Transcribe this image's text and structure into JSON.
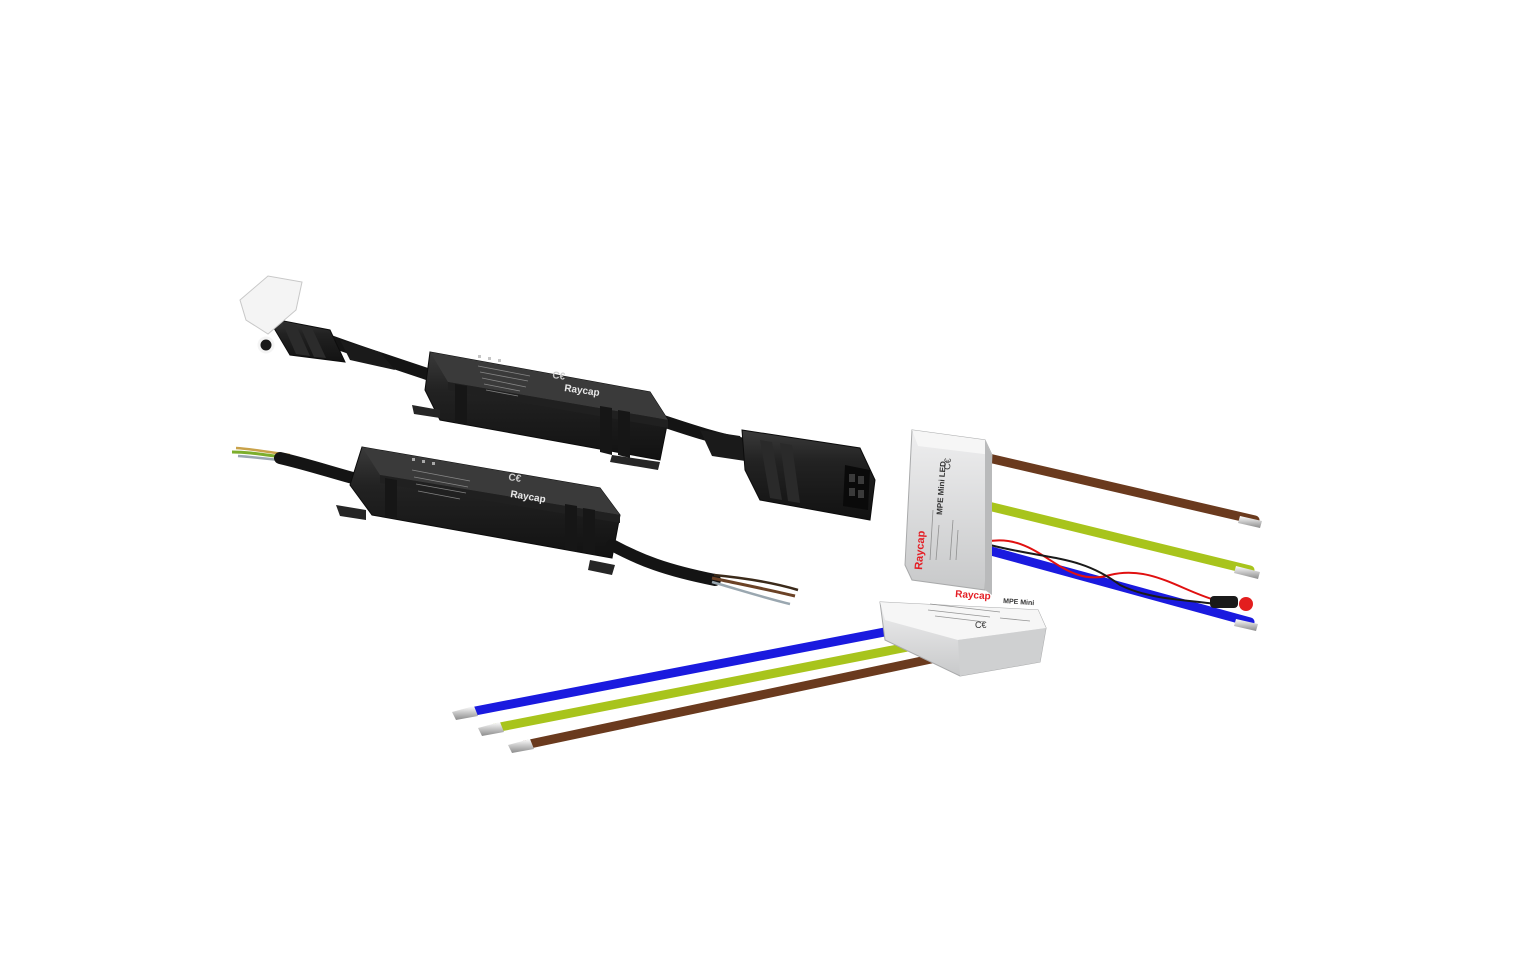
{
  "scene": {
    "background": "#ffffff",
    "devices": [
      {
        "id": "black-spd-connector",
        "brand": "Raycap",
        "body_color": "#1e1e1e",
        "connector": "black plug with white latch / black socket"
      },
      {
        "id": "black-spd-wires",
        "brand": "Raycap",
        "body_color": "#1e1e1e",
        "wire_colors": [
          "#6b4226",
          "#9aa7b0",
          "#c9a24a",
          "#7cae2c"
        ]
      },
      {
        "id": "mpe-mini-led",
        "brand": "Raycap",
        "model": "MPE Mini LED",
        "body_color": "#d9dadb",
        "wire_colors": [
          "#6a3a1e",
          "#a8c41c",
          "#1a1adf"
        ],
        "indicator_color": "#e31e1e"
      },
      {
        "id": "mpe-mini",
        "brand": "Raycap",
        "model": "MPE Mini",
        "body_color": "#d9dadb",
        "wire_colors": [
          "#1a1adf",
          "#a8c41c",
          "#6a3a1e"
        ]
      }
    ]
  }
}
